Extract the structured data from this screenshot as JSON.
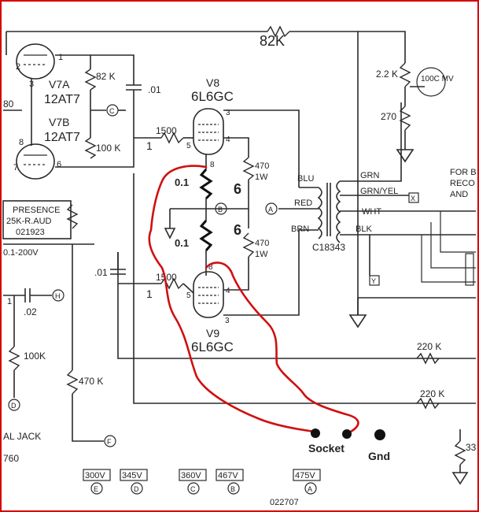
{
  "labels": {
    "r_82k_top": "82K",
    "v7a": "V7A",
    "v7a_type": "12AT7",
    "v7b": "V7B",
    "v7b_type": "12AT7",
    "r_82k_left": "82 K",
    "r_100k_left": "100 K",
    "cap_01_top": ".01",
    "cap_01_bot": ".01",
    "v8": "V8",
    "v8_type": "6L6GC",
    "v9": "V9",
    "v9_type": "6L6GC",
    "r_1500_top": "1500",
    "r_1500_bot": "1500",
    "r_470_top": "470",
    "r_470_top_w": "1W",
    "r_470_bot": "470",
    "r_470_bot_w": "1W",
    "bold_r_top": "0.1",
    "bold_r_bot": "0.1",
    "six_top": "6",
    "six_bot": "6",
    "blu": "BLU",
    "red": "RED",
    "brn": "BRN",
    "grn": "GRN",
    "grn_yel": "GRN/YEL",
    "wht": "WHT",
    "blk": "BLK",
    "transformer": "C18343",
    "r_22k": "2.2 K",
    "r_270": "270",
    "meter": "100C MV",
    "for_b": "FOR B",
    "reco": "RECO",
    "and": "AND",
    "presence": "PRESENCE",
    "presence_val": "25K-R.AUD",
    "presence_num": "021923",
    "volt_range": "0.1-200V",
    "cap_02": ".02",
    "r_100k_lower": "100K",
    "r_470k": "470 K",
    "r_220k_a": "220 K",
    "r_220k_b": "220 K",
    "jack": "AL JACK",
    "num_760": "760",
    "num_80": "80",
    "num_33": "33",
    "num_022707": "022707",
    "socket": "Socket",
    "gnd": "Gnd",
    "pins": {
      "p1": "1",
      "p2": "2",
      "p3": "3",
      "p6": "6",
      "p7": "7",
      "p8": "8",
      "v8_3": "3",
      "v8_4": "4",
      "v8_5": "5",
      "v8_8": "8",
      "v9_3": "3",
      "v9_4": "4",
      "v9_5": "5",
      "v9_8": "8",
      "g1a": "1",
      "g1b": "1",
      "d_one": "1"
    },
    "nodes": {
      "c": "C",
      "b": "B",
      "a": "A",
      "x": "X",
      "y": "Y",
      "h": "H",
      "d": "D",
      "f": "F"
    }
  },
  "voltages": [
    {
      "value": "300V",
      "node": "E"
    },
    {
      "value": "345V",
      "node": "D"
    },
    {
      "value": "360V",
      "node": "C"
    },
    {
      "value": "467V",
      "node": "B"
    },
    {
      "value": "475V",
      "node": "A"
    }
  ]
}
